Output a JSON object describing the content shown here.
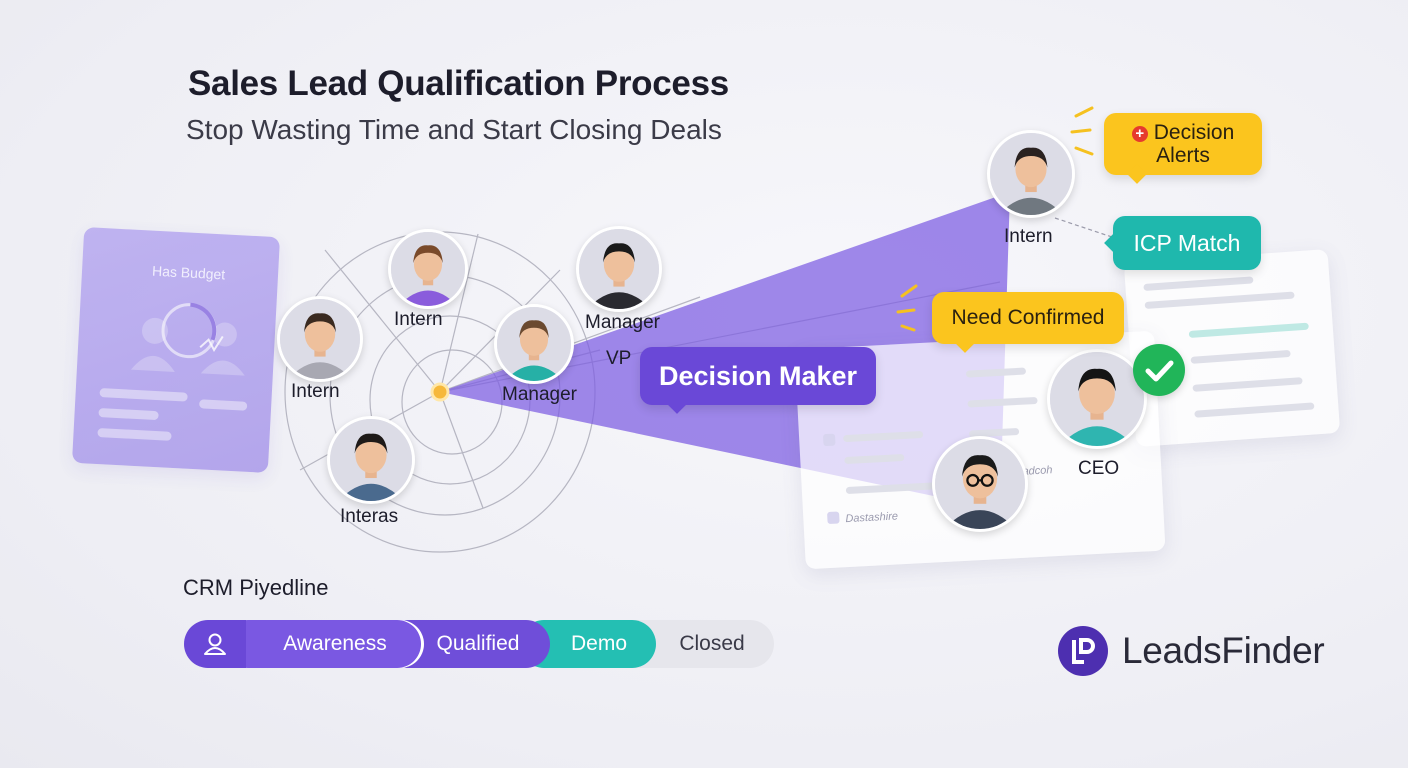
{
  "header": {
    "title": "Sales Lead Qualification Process",
    "subtitle": "Stop Wasting Time and Start Closing Deals"
  },
  "budget_card": {
    "label": "Has Budget"
  },
  "diagram": {
    "people": [
      {
        "id": "intern-top",
        "label": "Intern",
        "shirt": "#8a5cdc",
        "hair": "#7a4a2a"
      },
      {
        "id": "intern-left",
        "label": "Intern",
        "shirt": "#a8a8b2",
        "hair": "#3a2a20"
      },
      {
        "id": "manager-center",
        "label": "Manager",
        "shirt": "#26b0a6",
        "hair": "#6b4a30"
      },
      {
        "id": "manager-right",
        "label": "Manager",
        "shirt": "#2a2a30",
        "hair": "#1a1a1a"
      },
      {
        "id": "interas-bottom",
        "label": "Interas",
        "shirt": "#4a6a8e",
        "hair": "#1e1a18"
      },
      {
        "id": "intern-topright",
        "label": "Intern",
        "shirt": "#707880",
        "hair": "#2a2220"
      },
      {
        "id": "ceo",
        "label": "CEO",
        "shirt": "#2fb5b0",
        "hair": "#141414"
      },
      {
        "id": "glasses-person",
        "label": "",
        "shirt": "#3a4558",
        "hair": "#1a1a1a"
      }
    ],
    "vp_label": "VP"
  },
  "bubbles": {
    "decision_maker": "Decision Maker",
    "need_confirmed": "Need Confirmed",
    "decision_alerts_line1": "Decision",
    "decision_alerts_line2": "Alerts",
    "alert_symbol": "+",
    "icp_match": "ICP Match"
  },
  "crm_panel": {
    "text_1": "Aadcoh",
    "text_2": "Dastashire"
  },
  "pipeline": {
    "title": "CRM Piyedline",
    "stages": [
      "Awareness",
      "Qualified",
      "Demo",
      "Closed"
    ]
  },
  "brand": {
    "name": "LeadsFinder",
    "primary_color": "#6a48d7",
    "accent_teal": "#1fb8ad",
    "accent_yellow": "#fbc51e"
  }
}
